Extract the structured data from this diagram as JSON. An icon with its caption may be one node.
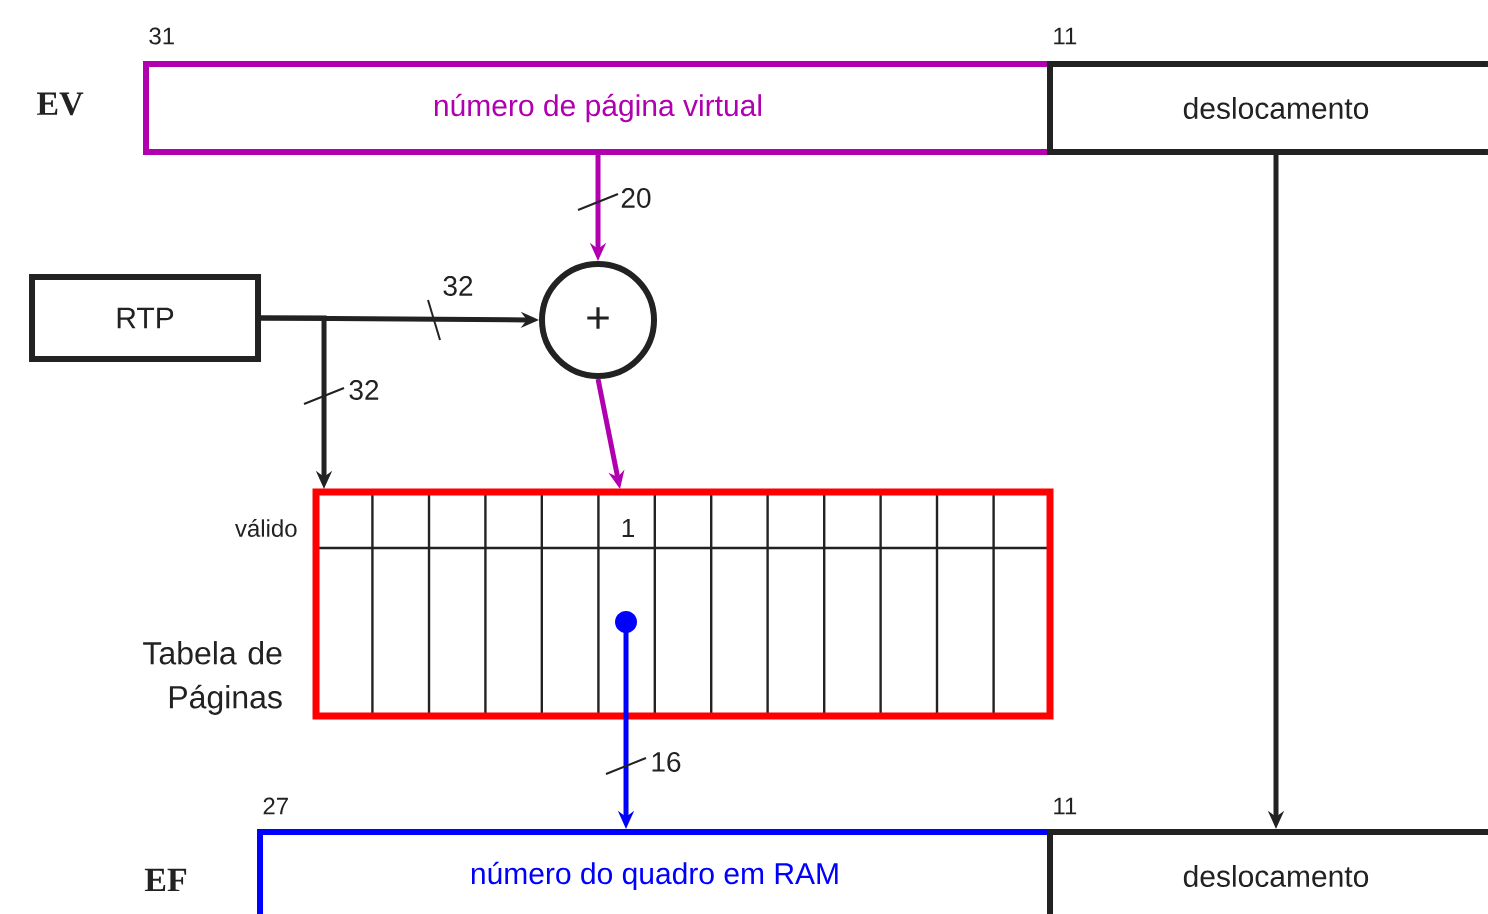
{
  "diagram": {
    "nodes": [
      {
        "text": [
          "número de página virtual"
        ]
      },
      {
        "text": [
          "deslocamento"
        ]
      },
      {
        "text": [
          "RTP"
        ]
      },
      {
        "text": [
          "+"
        ]
      },
      {
        "text": [],
        "shape": "box",
        "beside": [
          "Tabela de Páginas"
        ]
      },
      {
        "text": [],
        "shape": "circle",
        "in": 4
      },
      {
        "text": [
          "número do quadro em RAM"
        ]
      },
      {
        "text": [
          "deslocamento"
        ]
      }
    ],
    "edges": [
      {
        "from": 0,
        "to": 3,
        "arrow": "to",
        "label": "20",
        "color": "#b000b0"
      },
      {
        "from": 2,
        "to": 3,
        "arrow": "to",
        "label": "32"
      },
      {
        "from": 2,
        "to": 4,
        "arrow": "to",
        "label": "32"
      },
      {
        "from": 3,
        "to": 4,
        "arrow": "to",
        "color": "#b000b0"
      },
      {
        "from": 5,
        "to": 6,
        "arrow": "to",
        "label": "16",
        "color": "#0000ff"
      },
      {
        "from": 1,
        "to": 7,
        "arrow": "to"
      }
    ],
    "labels": [
      "31",
      "11",
      "EV",
      "válido",
      "1",
      "27",
      "11",
      "EF"
    ]
  }
}
